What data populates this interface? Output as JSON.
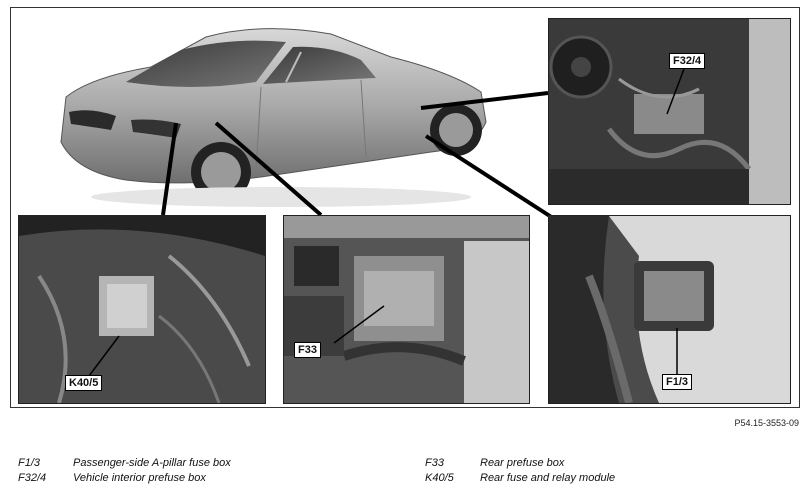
{
  "figure": {
    "callouts": {
      "f32_4": "F32/4",
      "k40_5": "K40/5",
      "f33": "F33",
      "f1_3": "F1/3"
    },
    "reference_code": "P54.15-3553-09"
  },
  "legend": [
    {
      "code": "F1/3",
      "description": "Passenger-side A-pillar fuse box"
    },
    {
      "code": "F32/4",
      "description": "Vehicle interior prefuse box"
    },
    {
      "code": "F33",
      "description": "Rear prefuse box"
    },
    {
      "code": "K40/5",
      "description": "Rear fuse and relay module"
    }
  ]
}
